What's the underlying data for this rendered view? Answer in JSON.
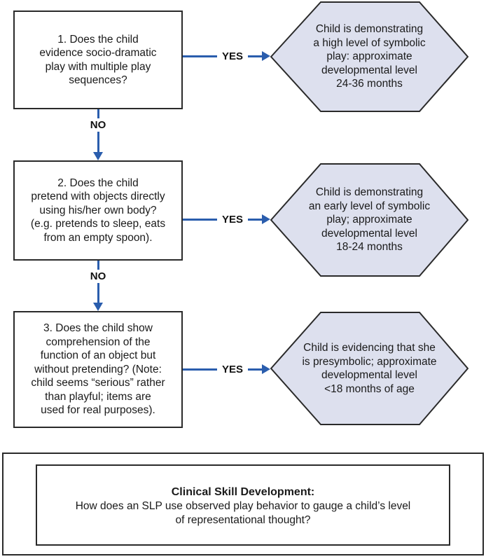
{
  "colors": {
    "arrow_blue": "#2a5dad",
    "hexagon_fill": "#dde0ee",
    "border_dark": "#2a2a2a"
  },
  "flowchart": {
    "steps": [
      {
        "question": "1. Does the child\nevidence socio-dramatic\nplay with multiple play\nsequences?",
        "yes_label": "YES",
        "no_label": "NO",
        "outcome": "Child is demonstrating\na high level of symbolic\nplay: approximate\ndevelopmental level\n24-36 months"
      },
      {
        "question": "2. Does the child\npretend with objects directly\nusing his/her own body?\n(e.g. pretends to sleep, eats\nfrom an empty spoon).",
        "yes_label": "YES",
        "no_label": "NO",
        "outcome": "Child is demonstrating\nan early level of symbolic\nplay; approximate\ndevelopmental level\n18-24 months"
      },
      {
        "question": "3. Does the child show\ncomprehension of the\nfunction of an object but\nwithout pretending? (Note:\nchild seems “serious” rather\nthan playful; items are\nused for real purposes).",
        "yes_label": "YES",
        "outcome": "Child is evidencing that she\nis presymbolic; approximate\ndevelopmental level\n<18 months of age"
      }
    ],
    "footer": {
      "title": "Clinical Skill Development:",
      "question": "How does an SLP use observed play behavior to gauge a child’s level\nof representational thought?"
    }
  }
}
